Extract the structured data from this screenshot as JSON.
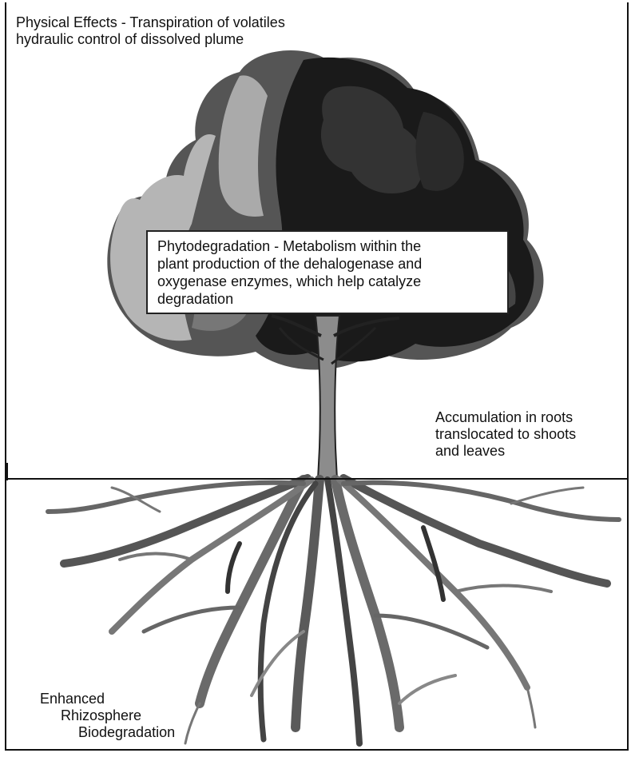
{
  "labels": {
    "physical_effects": [
      "Physical Effects - Transpiration of volatiles",
      "hydraulic control of dissolved plume"
    ],
    "phytodegradation": [
      "Phytodegradation - Metabolism within the",
      "plant production of the dehalogenase and",
      "oxygenase enzymes, which help catalyze",
      "degradation"
    ],
    "accumulation": [
      "Accumulation in roots",
      "translocated to shoots",
      "and leaves"
    ],
    "rhizosphere": [
      "Enhanced",
      "Rhizosphere",
      "Biodegradation"
    ]
  },
  "colors": {
    "foliage_dark": "#1a1a1a",
    "foliage_mid": "#555555",
    "foliage_light": "#b5b5b5",
    "trunk": "#8c8c8c",
    "roots": "#6a6a6a",
    "line": "#111111"
  }
}
